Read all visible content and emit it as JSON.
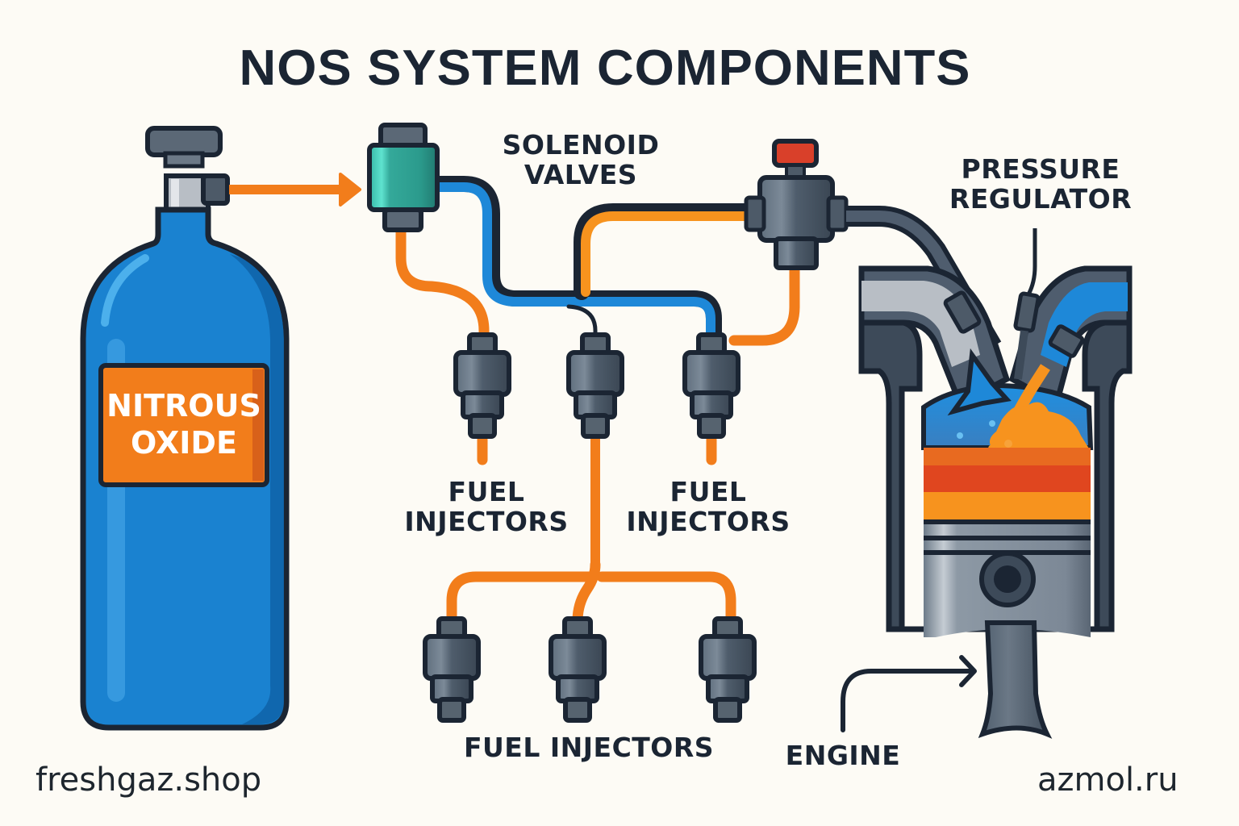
{
  "title": "NOS SYSTEM COMPONENTS",
  "tank": {
    "label": "NITROUS\nOXIDE"
  },
  "labels": {
    "solenoid_valves": "SOLENOID\nVALVES",
    "pressure_regulator": "PRESSURE\nREGULATOR",
    "fuel_injectors_left": "FUEL\nINJECTORS",
    "fuel_injectors_right": "FUEL\nINJECTORS",
    "fuel_injectors_bottom": "FUEL INJECTORS",
    "engine": "ENGINE"
  },
  "watermarks": {
    "left": "freshgaz.shop",
    "right": "azmol.ru"
  },
  "colors": {
    "background": "#fdfbf5",
    "outline": "#1b2533",
    "tank_blue": "#1a82d0",
    "tank_blue_dark": "#0f63a8",
    "label_orange": "#f27d1b",
    "orange_line": "#f27d1b",
    "blue_line": "#1e88d8",
    "teal_solenoid": "#2fa79a",
    "component_gray": "#4a5868",
    "red_cap": "#d9402a"
  }
}
